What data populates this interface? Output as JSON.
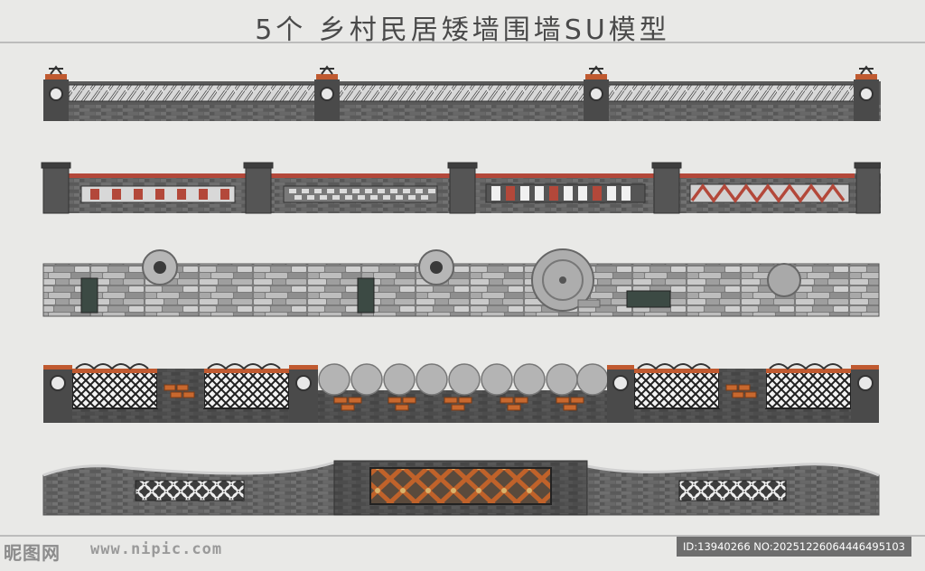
{
  "title": "5个 乡村民居矮墙围墙SU模型",
  "watermark": {
    "logo": "昵图网",
    "url": "www.nipic.com"
  },
  "image_id": "ID:13940266 NO:20251226064446495103",
  "colors": {
    "background": "#e9e9e7",
    "brick_gray": "#6b6b6b",
    "brick_dark": "#4f4f4f",
    "red_brick": "#b3483a",
    "orange_brick": "#c8682e",
    "stone_light": "#b8b8b8",
    "cap_dark": "#3e3e3e"
  },
  "walls": [
    {
      "name": "wall-1",
      "style": "rope-lattice with pillar caps"
    },
    {
      "name": "wall-2",
      "style": "red-capped gray brick with patterned panels"
    },
    {
      "name": "wall-3",
      "style": "rubble stone with millstones"
    },
    {
      "name": "wall-4",
      "style": "lattice panels and round tiles"
    },
    {
      "name": "wall-5",
      "style": "wavy-top wall with ring lattice and diagonal panel"
    }
  ]
}
